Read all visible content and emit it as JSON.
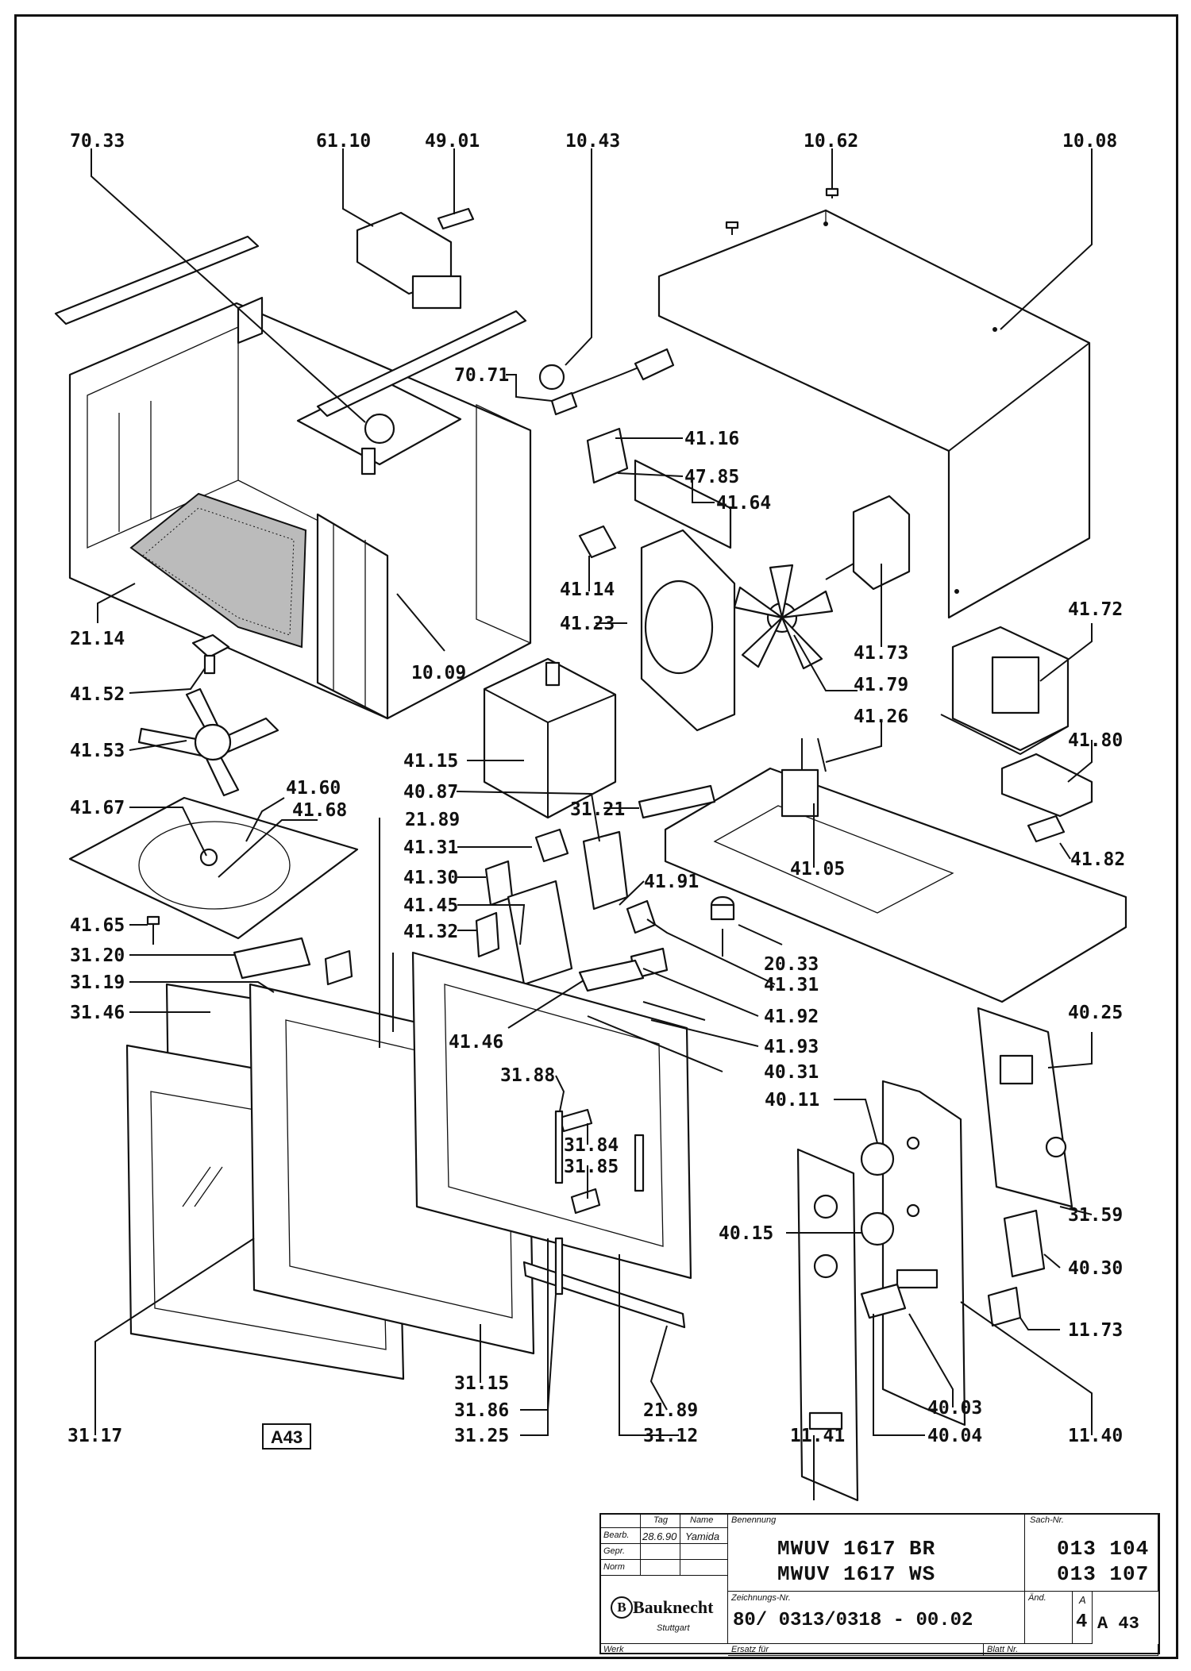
{
  "labels": {
    "l7033": "70.33",
    "l6110": "61.10",
    "l4901": "49.01",
    "l1043": "10.43",
    "l1062": "10.62",
    "l1008": "10.08",
    "l7071": "70.71",
    "l4116": "41.16",
    "l4785": "47.85",
    "l4164": "41.64",
    "l2114": "21.14",
    "l4114": "41.14",
    "l4123": "41.23",
    "l1009": "10.09",
    "l4172": "41.72",
    "l4173": "41.73",
    "l4152": "41.52",
    "l4179": "41.79",
    "l4126": "41.26",
    "l4153": "41.53",
    "l4115": "41.15",
    "l4180": "41.80",
    "l4087": "40.87",
    "l4167": "41.67",
    "l4160": "41.60",
    "l4168": "41.68",
    "l2189a": "21.89",
    "l3121": "31.21",
    "l4131a": "41.31",
    "l4182": "41.82",
    "l4130": "41.30",
    "l4191": "41.91",
    "l4105": "41.05",
    "l4145": "41.45",
    "l4165": "41.65",
    "l4132": "41.32",
    "l3120": "31.20",
    "l2033": "20.33",
    "l4131b": "41.31",
    "l3119": "31.19",
    "l3146": "31.46",
    "l4192": "41.92",
    "l4025": "40.25",
    "l4146": "41.46",
    "l4193": "41.93",
    "l4031": "40.31",
    "l3188": "31.88",
    "l4011": "40.11",
    "l3184": "31.84",
    "l3185": "31.85",
    "l4015": "40.15",
    "l3159": "31.59",
    "l4030": "40.30",
    "l1173": "11.73",
    "l3115": "31.15",
    "l3186": "31.86",
    "l2189b": "21.89",
    "l4003": "40.03",
    "l3117": "31.17",
    "l3125": "31.25",
    "l3112": "31.12",
    "l1141": "11.41",
    "l4004": "40.04",
    "l1140": "11.40"
  },
  "sheet_tag": "A43",
  "title_block": {
    "col_tag": "Tag",
    "col_name": "Name",
    "col_benennung": "Benennung",
    "col_sach": "Sach-Nr.",
    "row_bearb": "Bearb.",
    "row_gepr": "Gepr.",
    "row_norm": "Norm",
    "bearb_date": "28.6.90",
    "bearb_name": "Yamida",
    "model_1": "MWUV  1617 BR",
    "model_2": "MWUV  1617 WS",
    "sach_1": "013 104",
    "sach_2": "013 107",
    "zeichnungs_label": "Zeichnungs-Nr.",
    "zeichnungs_nr": "80/ 0313/0318 - 00.02",
    "aend_label": "Änd.",
    "aend_value": "4",
    "aend_top": "A",
    "blatt_code": "A 43",
    "brand": "Bauknecht",
    "brand_city": "Stuttgart",
    "werk_label": "Werk",
    "ersatz_label": "Ersatz für",
    "blatt_label": "Blatt Nr."
  }
}
